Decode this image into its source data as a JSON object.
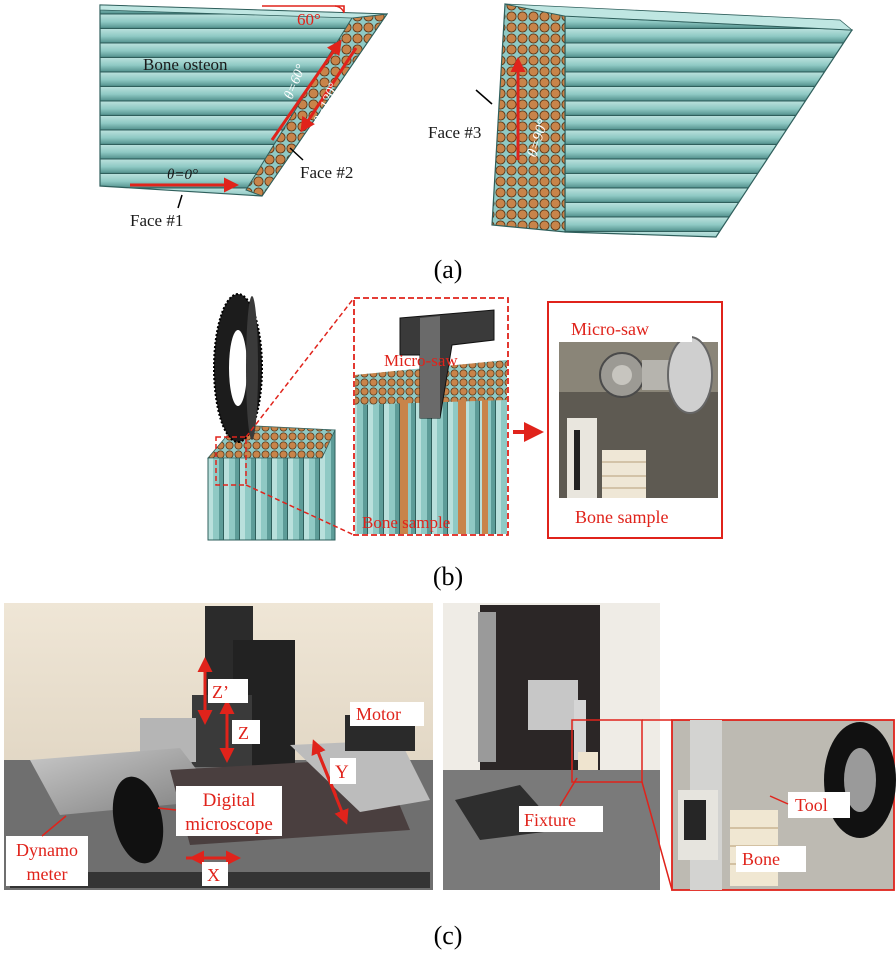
{
  "figure": {
    "panel_a": {
      "caption": "(a)",
      "left_block": {
        "label_bone_osteon": "Bone osteon",
        "label_face1": "Face #1",
        "label_face2": "Face #2",
        "label_angle_corner": "60°",
        "label_theta0": "θ=0°",
        "label_theta60": "θ=60°",
        "label_theta120": "θ=120°"
      },
      "right_block": {
        "label_face3": "Face #3",
        "label_theta90": "θ=90°"
      }
    },
    "panel_b": {
      "caption": "(b)",
      "zoom_label_saw": "Micro-saw",
      "zoom_label_sample": "Bone sample",
      "photo_label_saw": "Micro-saw",
      "photo_label_sample": "Bone sample"
    },
    "panel_c": {
      "caption": "(c)",
      "left_photo": {
        "label_zprime": "Z’",
        "label_z": "Z",
        "label_y": "Y",
        "label_x": "X",
        "label_motor": "Motor",
        "label_digital_microscope_1": "Digital",
        "label_digital_microscope_2": "microscope",
        "label_dynamometer_1": "Dynamo",
        "label_dynamometer_2": "meter"
      },
      "right_photo": {
        "label_fixture": "Fixture",
        "label_tool": "Tool",
        "label_bone": "Bone"
      }
    },
    "colors": {
      "annotation_red": "#e0231b",
      "osteon_teal": "#8fc9c4",
      "osteon_dark": "#3e6f6c",
      "bone_orange": "#c8844a",
      "saw_black": "#1c1c1c"
    }
  }
}
